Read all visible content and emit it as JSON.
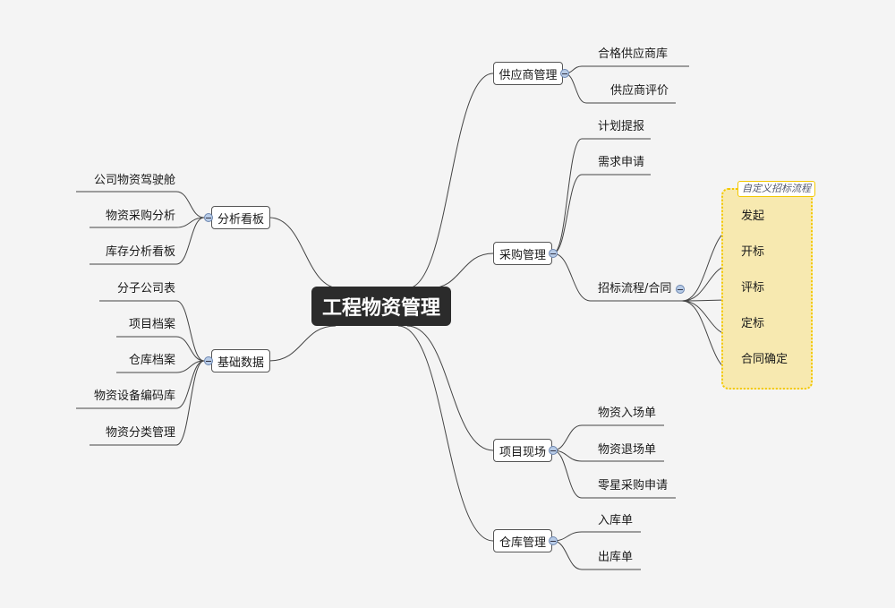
{
  "root": {
    "label": "工程物资管理"
  },
  "right_branches": [
    {
      "label": "供应商管理",
      "children": [
        "合格供应商库",
        "供应商评价"
      ]
    },
    {
      "label": "采购管理",
      "children": [
        "计划提报",
        "需求申请",
        "招标流程/合同"
      ]
    },
    {
      "label": "项目现场",
      "children": [
        "物资入场单",
        "物资退场单",
        "零星采购申请"
      ]
    },
    {
      "label": "仓库管理",
      "children": [
        "入库单",
        "出库单"
      ]
    }
  ],
  "left_branches": [
    {
      "label": "分析看板",
      "children": [
        "公司物资驾驶舱",
        "物资采购分析",
        "库存分析看板"
      ]
    },
    {
      "label": "基础数据",
      "children": [
        "分子公司表",
        "项目档案",
        "仓库档案",
        "物资设备编码库",
        "物资分类管理"
      ]
    }
  ],
  "bidding_group": {
    "label": "自定义招标流程",
    "steps": [
      "发起",
      "开标",
      "评标",
      "定标",
      "合同确定"
    ]
  },
  "colors": {
    "root_bg": "#2b2b2b",
    "group_fill": "#f7e9b0",
    "group_border": "#f3c800",
    "line": "#444444"
  }
}
